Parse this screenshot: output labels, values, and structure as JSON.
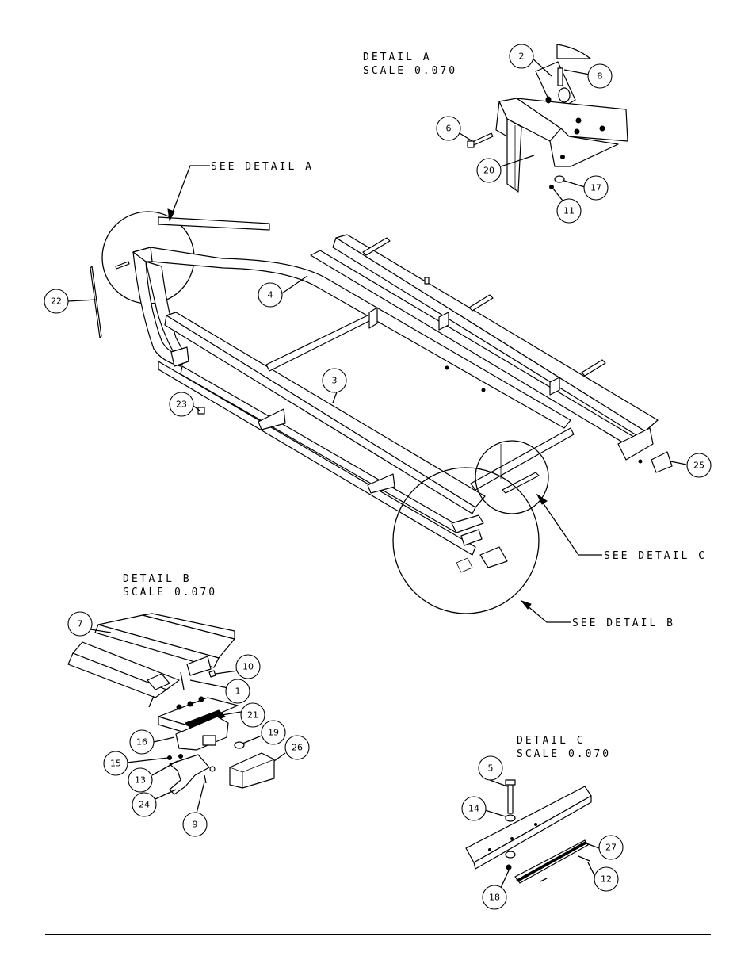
{
  "details": {
    "a": {
      "title": "DETAIL  A",
      "scale": "SCALE  0.070"
    },
    "b": {
      "title": "DETAIL  B",
      "scale": "SCALE  0.070"
    },
    "c": {
      "title": "DETAIL  C",
      "scale": "SCALE  0.070"
    }
  },
  "references": {
    "see_a": "SEE DETAIL  A",
    "see_b": "SEE DETAIL  B",
    "see_c": "SEE DETAIL  C"
  },
  "callouts": {
    "b1": "1",
    "b2": "2",
    "b3": "3",
    "b4": "4",
    "b5": "5",
    "b6": "6",
    "b7": "7",
    "b8": "8",
    "b9": "9",
    "b10": "10",
    "b11": "11",
    "b12": "12",
    "b13": "13",
    "b14": "14",
    "b15": "15",
    "b16": "16",
    "b17": "17",
    "b18": "18",
    "b19": "19",
    "b20": "20",
    "b21": "21",
    "b22": "22",
    "b23": "23",
    "b24": "24",
    "b25": "25",
    "b26": "26",
    "b27": "27"
  }
}
